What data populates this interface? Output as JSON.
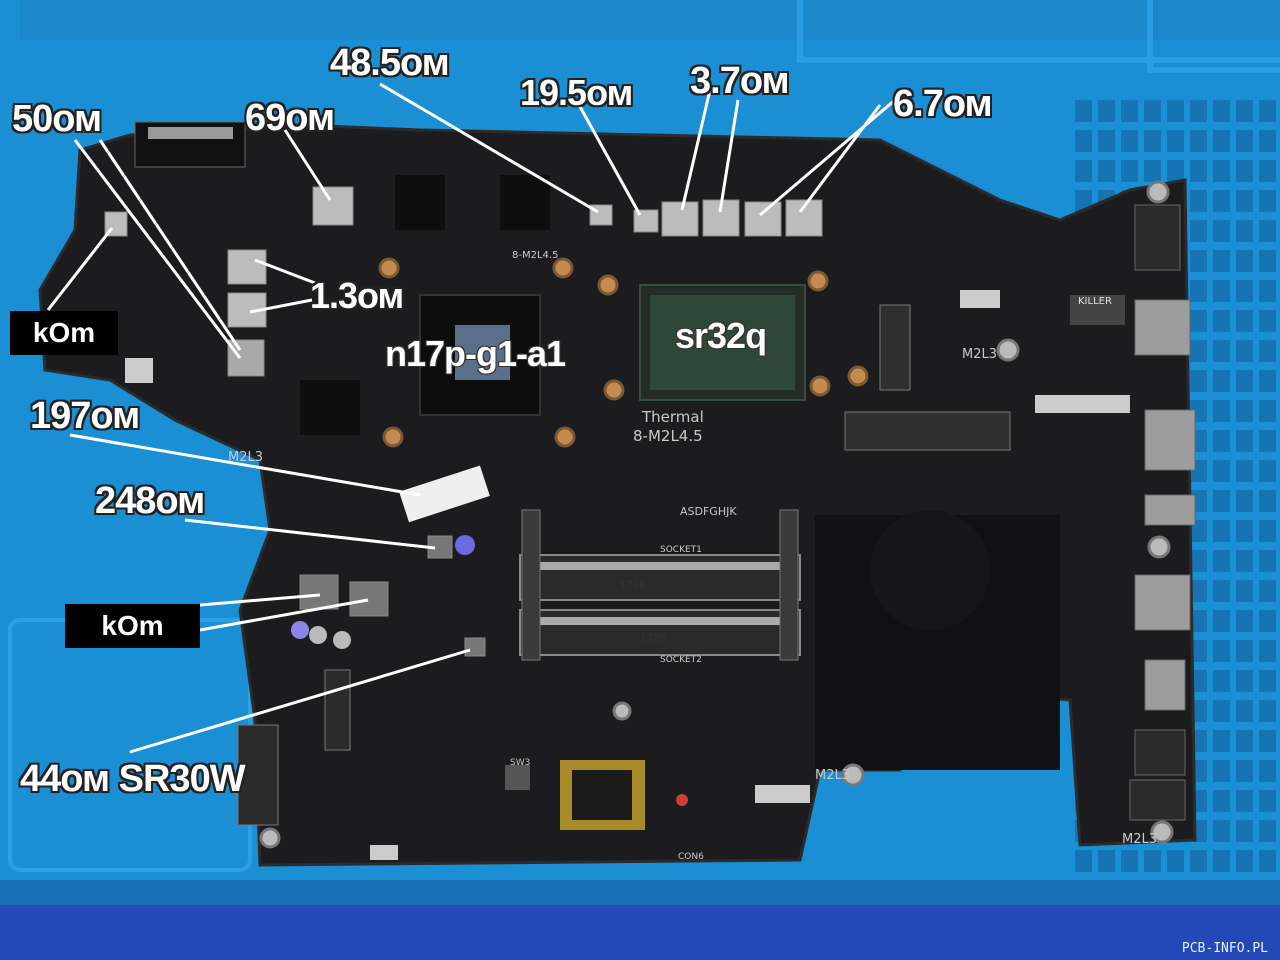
{
  "labels": {
    "r_50": "50ом",
    "r_69": "69ом",
    "r_48_5": "48.5ом",
    "r_19_5": "19.5ом",
    "r_3_7": "3.7ом",
    "r_6_7": "6.7ом",
    "r_1_3": "1.3ом",
    "kom_top": "kOm",
    "r_197": "197ом",
    "r_248": "248ом",
    "kom_mid": "kOm",
    "r_44": "44ом SR30W",
    "gpu": "n17p-g1-a1",
    "cpu": "sr32q"
  },
  "board_text": {
    "thermal": "Thermal",
    "model_a": "8-M2L4.5",
    "model_b": "8-M2L4.5",
    "socket1": "SOCKET1",
    "socket2": "SOCKET2",
    "dimm1": "1716",
    "dimm2": "1720",
    "m2l3_a": "M2L3",
    "m2l3_b": "M2L3",
    "m2l3_c": "M2L3",
    "m2l3_d": "M2L3",
    "asdfghjk": "ASDFGHJK",
    "killer": "KILLER",
    "con6": "CON6",
    "sw3": "SW3"
  },
  "watermark": "PCB-INFO.PL",
  "colors": {
    "mat": "#1b8fd4",
    "mat_dark": "#1577b7",
    "board": "#1c1c1e",
    "label_text": "#ffffff",
    "label_outline": "#222222",
    "pointer": "#ffffff"
  }
}
